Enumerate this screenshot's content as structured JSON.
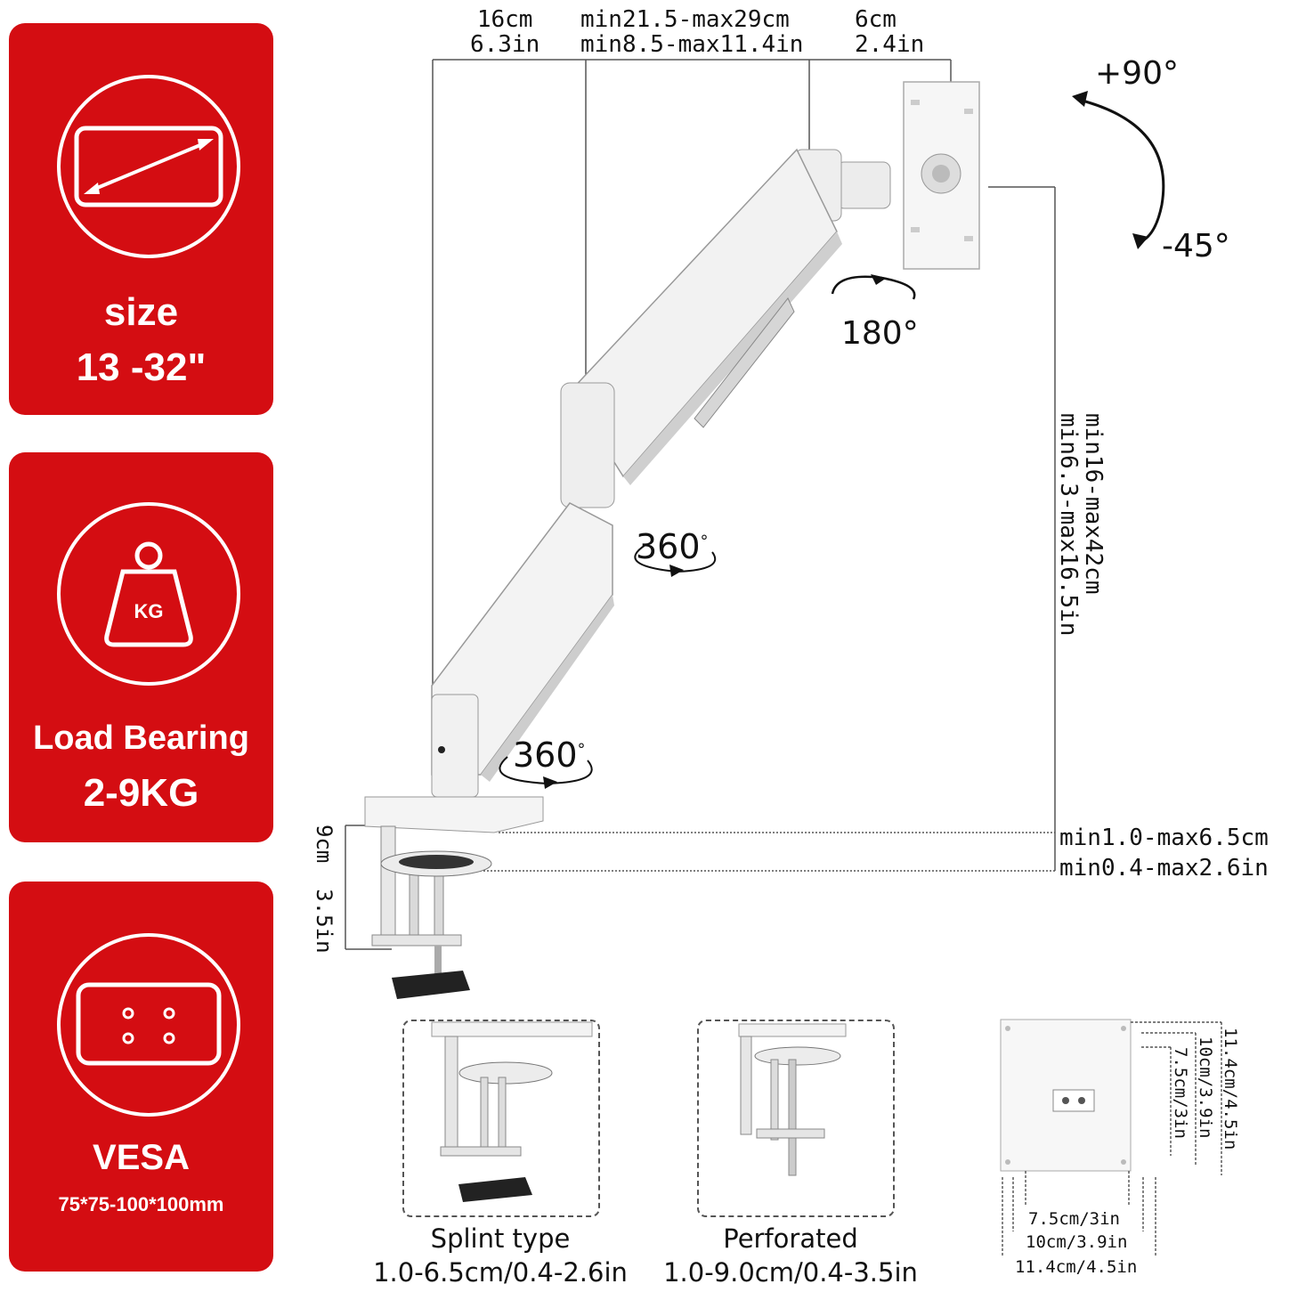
{
  "cards": {
    "size": {
      "icon": "monitor-diagonal-icon",
      "label": "size",
      "value": "13 -32\""
    },
    "load": {
      "icon": "weight-kg-icon",
      "weight_text": "KG",
      "label": "Load Bearing",
      "value": "2-9KG"
    },
    "vesa": {
      "icon": "vesa-holes-icon",
      "label": "VESA",
      "value": "75*75-100*100mm"
    }
  },
  "dimensions": {
    "top_left": {
      "cm": "16cm",
      "in": "6.3in"
    },
    "top_middle": {
      "cm": "min21.5-max29cm",
      "in": "min8.5-max11.4in"
    },
    "top_right": {
      "cm": "6cm",
      "in": "2.4in"
    },
    "height": {
      "cm": "min16-max42cm",
      "in": "min6.3-max16.5in"
    },
    "clamp_range": {
      "cm": "min1.0-max6.5cm",
      "in": "min0.4-max2.6in"
    },
    "clamp_height": {
      "cm": "9cm",
      "in": "3.5in"
    }
  },
  "rotations": {
    "tilt_up": "+90°",
    "tilt_down": "-45°",
    "swivel": "180°",
    "elbow": "360",
    "base": "360",
    "degree_mark": "°"
  },
  "mounts": {
    "splint": {
      "title": "Splint type",
      "range": "1.0-6.5cm/0.4-2.6in"
    },
    "perforated": {
      "title": "Perforated",
      "range": "1.0-9.0cm/0.4-3.5in"
    }
  },
  "vesa_plate": {
    "h1": "7.5cm/3in",
    "h2": "10cm/3.9in",
    "h3": "11.4cm/4.5in",
    "v1": "7.5cm/3in",
    "v2": "10cm/3.9in",
    "v3": "11.4cm/4.5in"
  },
  "colors": {
    "accent": "#d40d12",
    "arm": "#f2f2f2",
    "line": "#333333"
  }
}
